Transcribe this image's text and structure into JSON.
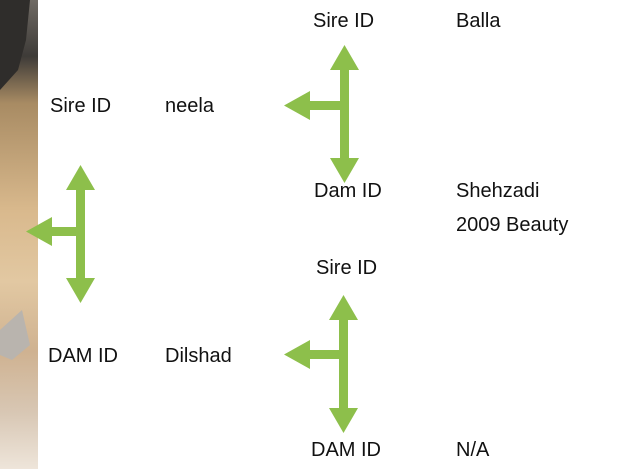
{
  "pedigree": {
    "parents": {
      "sire": {
        "label": "Sire ID",
        "value": "neela"
      },
      "dam": {
        "label": "DAM ID",
        "value": "Dilshad"
      }
    },
    "paternal_grandparents": {
      "sire": {
        "label": "Sire ID",
        "value": "Balla"
      },
      "dam": {
        "label": "Dam ID",
        "value_line1": "Shehzadi",
        "value_line2": "2009 Beauty"
      }
    },
    "maternal_grandparents": {
      "sire": {
        "label": "Sire ID",
        "value": ""
      },
      "dam": {
        "label": "DAM ID",
        "value": "N/A"
      }
    }
  },
  "colors": {
    "arrow": "#8dbf4b",
    "text": "#111111"
  }
}
